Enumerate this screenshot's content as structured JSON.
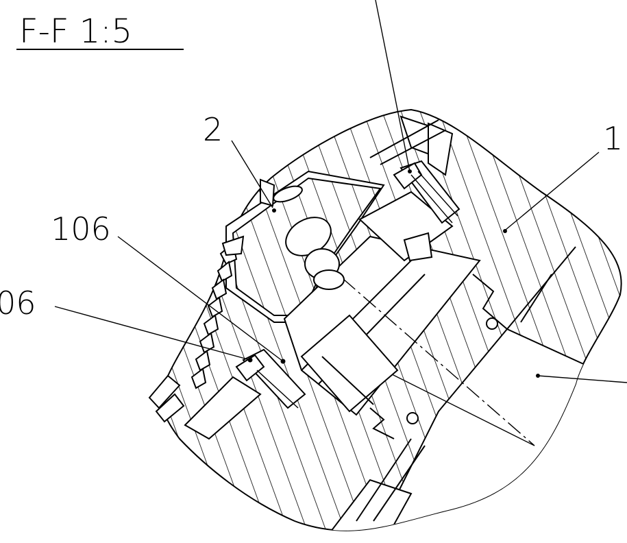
{
  "section_title": "F-F  1:5",
  "labels": {
    "item_2": "2",
    "item_1": "1",
    "item_106_upper": "106",
    "item_106_left": "06"
  },
  "colors": {
    "line": "#000000",
    "background": "#ffffff"
  }
}
